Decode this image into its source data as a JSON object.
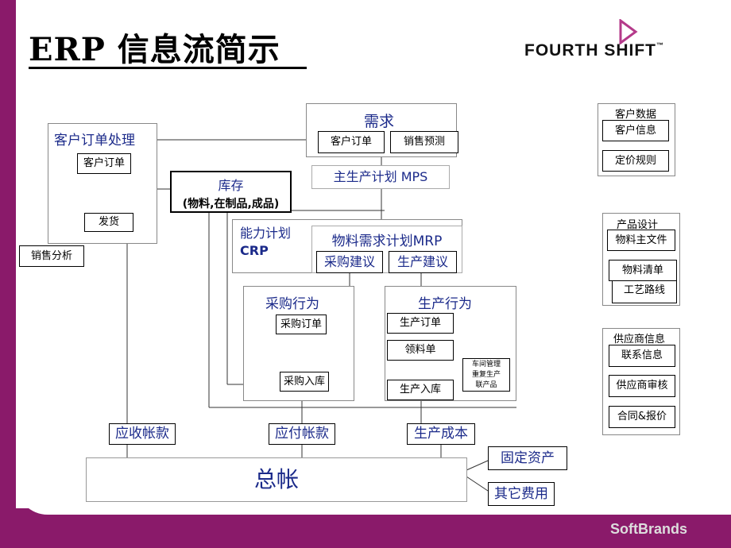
{
  "slide": {
    "title": "ERP 信息流简示",
    "logo": "FOURTH SHIFT",
    "logo_tm": "™",
    "footer_brand": "SoftBrands"
  },
  "diagram": {
    "customer_order_processing": {
      "title": "客户订单处理",
      "customer_order": "客户订单",
      "shipping": "发货"
    },
    "sales_analysis": "销售分析",
    "demand": {
      "title": "需求",
      "customer_order": "客户订单",
      "sales_forecast": "销售预测"
    },
    "inventory": {
      "title": "库存",
      "detail": "(物料,在制品,成品)"
    },
    "mps": "主生产计划 MPS",
    "crp": {
      "line1": "能力计划",
      "line2": "CRP"
    },
    "mrp": {
      "title": "物料需求计划MRP",
      "purchase_suggestion": "采购建议",
      "production_suggestion": "生产建议"
    },
    "purchasing": {
      "title": "采购行为",
      "purchase_order": "采购订单",
      "purchase_receipt": "采购入库"
    },
    "production": {
      "title": "生产行为",
      "production_order": "生产订单",
      "material_requisition": "领料单",
      "shop_floor": [
        "车间管理",
        "重复生产",
        "联产品"
      ],
      "production_receipt": "生产入库"
    },
    "accounts_receivable": "应收帐款",
    "accounts_payable": "应付帐款",
    "production_cost": "生产成本",
    "general_ledger": "总帐",
    "fixed_assets": "固定资产",
    "other_expenses": "其它费用",
    "customer_data": {
      "title": "客户数据",
      "customer_info": "客户信息",
      "pricing_rules": "定价规则"
    },
    "product_design": {
      "title": "产品设计",
      "item_master": "物料主文件",
      "bom": "物料清单",
      "routing": "工艺路线"
    },
    "supplier_info": {
      "title": "供应商信息",
      "contact_info": "联系信息",
      "supplier_audit": "供应商审核",
      "contract_quote": "合同&报价"
    }
  }
}
